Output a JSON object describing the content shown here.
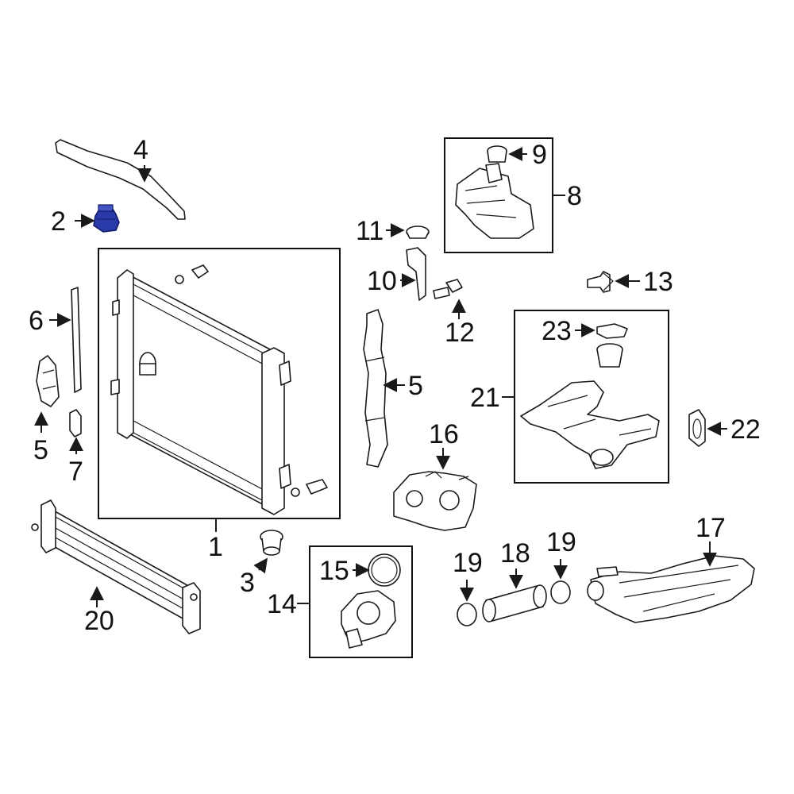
{
  "highlight_color": "#2a3aa8",
  "line_color": "#1a1a1a",
  "callouts": {
    "c1": "1",
    "c2": "2",
    "c3": "3",
    "c4": "4",
    "c5a": "5",
    "c5b": "5",
    "c6": "6",
    "c7": "7",
    "c8": "8",
    "c9": "9",
    "c10": "10",
    "c11": "11",
    "c12": "12",
    "c13": "13",
    "c14": "14",
    "c15": "15",
    "c16": "16",
    "c17": "17",
    "c18": "18",
    "c19a": "19",
    "c19b": "19",
    "c20": "20",
    "c21": "21",
    "c22": "22",
    "c23": "23"
  }
}
